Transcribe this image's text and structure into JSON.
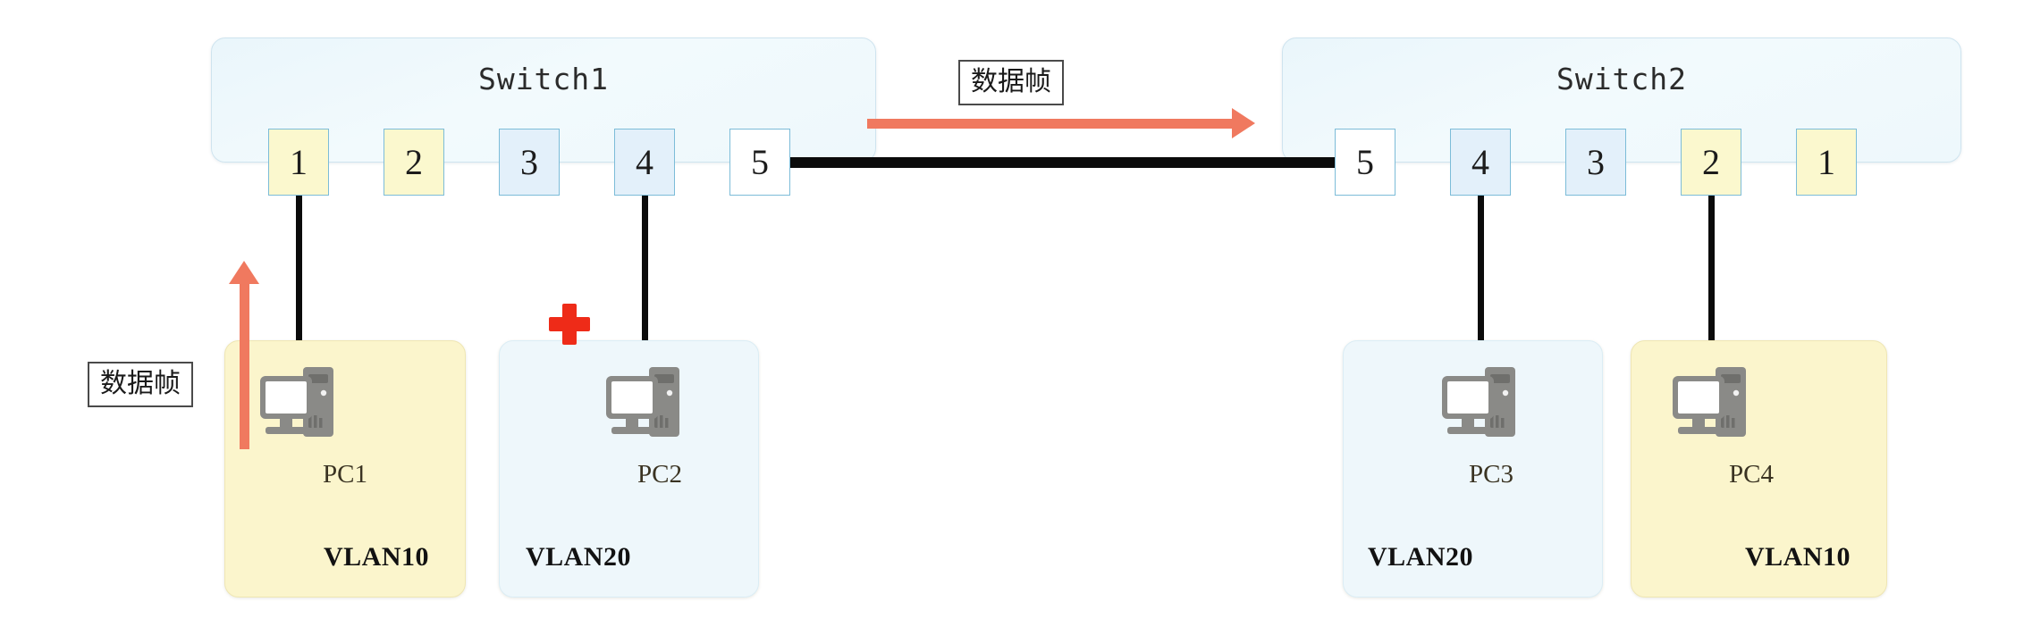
{
  "diagram": {
    "title_note": "VLAN data frame forwarding between two switches",
    "colors": {
      "vlan10_fill": "#fbf8ce",
      "vlan20_fill": "#e3f0fa",
      "trunk_fill": "#ffffff",
      "port_border": "#7cbcd8",
      "switch_fill": "#eaf6fb",
      "host_vlan10_fill": "#fbf5cc",
      "host_vlan20_fill": "#eef7fb",
      "arrow": "#f0795f",
      "cable": "#0b0b0b",
      "cross": "#ee2b18"
    }
  },
  "switches": [
    {
      "name": "Switch1",
      "ports": [
        {
          "label": "1",
          "vlan": "vlan10"
        },
        {
          "label": "2",
          "vlan": "vlan10"
        },
        {
          "label": "3",
          "vlan": "vlan20"
        },
        {
          "label": "4",
          "vlan": "vlan20"
        },
        {
          "label": "5",
          "vlan": "trunk"
        }
      ]
    },
    {
      "name": "Switch2",
      "ports": [
        {
          "label": "5",
          "vlan": "trunk"
        },
        {
          "label": "4",
          "vlan": "vlan20"
        },
        {
          "label": "3",
          "vlan": "vlan20"
        },
        {
          "label": "2",
          "vlan": "vlan10"
        },
        {
          "label": "1",
          "vlan": "vlan10"
        }
      ]
    }
  ],
  "hosts": [
    {
      "name": "PC1",
      "vlan": "VLAN10",
      "vlan_class": "vlan10"
    },
    {
      "name": "PC2",
      "vlan": "VLAN20",
      "vlan_class": "vlan20"
    },
    {
      "name": "PC3",
      "vlan": "VLAN20",
      "vlan_class": "vlan20"
    },
    {
      "name": "PC4",
      "vlan": "VLAN10",
      "vlan_class": "vlan10"
    }
  ],
  "annotations": {
    "frame_label_left": "数据帧",
    "frame_label_top": "数据帧"
  }
}
